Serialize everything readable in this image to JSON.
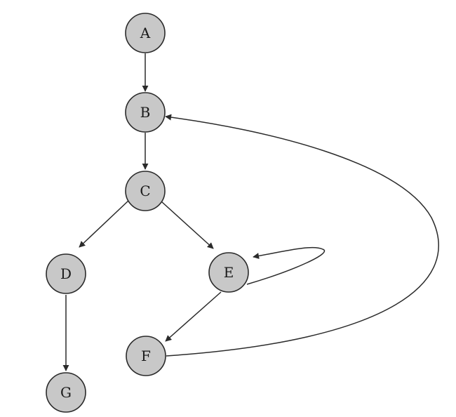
{
  "diagram": {
    "type": "directed-graph",
    "nodes": [
      {
        "id": "A",
        "label": "A"
      },
      {
        "id": "B",
        "label": "B"
      },
      {
        "id": "C",
        "label": "C"
      },
      {
        "id": "D",
        "label": "D"
      },
      {
        "id": "E",
        "label": "E"
      },
      {
        "id": "F",
        "label": "F"
      },
      {
        "id": "G",
        "label": "G"
      }
    ],
    "edges": [
      {
        "from": "A",
        "to": "B"
      },
      {
        "from": "B",
        "to": "C"
      },
      {
        "from": "C",
        "to": "D"
      },
      {
        "from": "C",
        "to": "E"
      },
      {
        "from": "D",
        "to": "G"
      },
      {
        "from": "E",
        "to": "E"
      },
      {
        "from": "E",
        "to": "F"
      },
      {
        "from": "F",
        "to": "B"
      }
    ],
    "colors": {
      "node_fill": "#c8c8c8",
      "node_stroke": "#2a2a2a",
      "edge": "#2a2a2a"
    }
  }
}
